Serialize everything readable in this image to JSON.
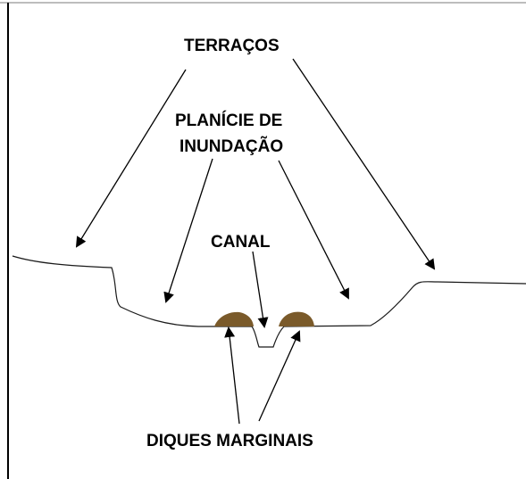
{
  "labels": {
    "terracos": "TERRAÇOS",
    "planicie_line1": "PLANÍCIE DE",
    "planicie_line2": "INUNDAÇÃO",
    "canal": "CANAL",
    "diques": "DIQUES MARGINAIS"
  },
  "colors": {
    "background": "#ffffff",
    "frame": "#000000",
    "profile_line": "#1a1a1a",
    "levee_fill": "#7a5a2a",
    "arrow": "#000000",
    "text": "#000000"
  }
}
